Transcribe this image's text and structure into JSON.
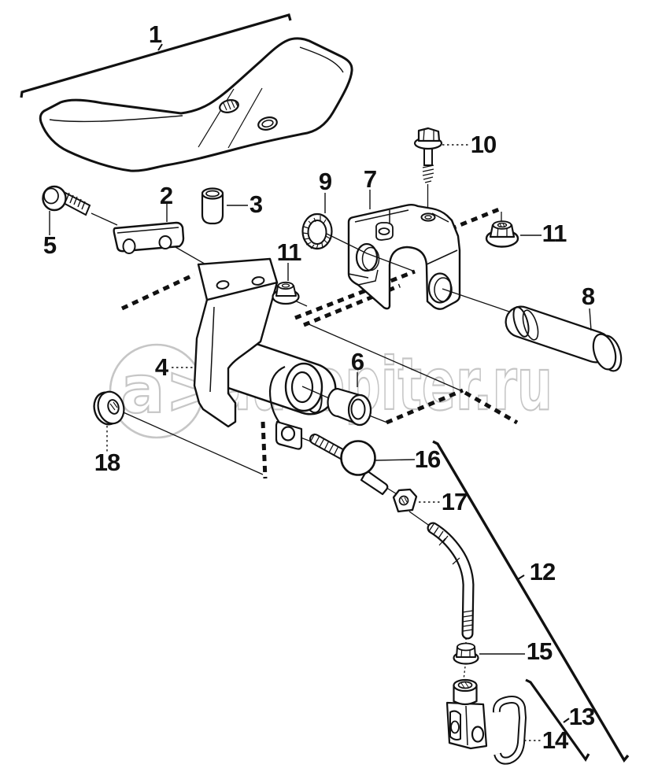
{
  "diagram": {
    "background_color": "#ffffff",
    "line_color": "#111111",
    "watermark": {
      "logo_text": "a>",
      "brand_text": "autopiter.ru",
      "color": "#c4c4c4"
    },
    "callouts": {
      "c1": {
        "number": "1"
      },
      "c2": {
        "number": "2"
      },
      "c3": {
        "number": "3"
      },
      "c4": {
        "number": "4"
      },
      "c5": {
        "number": "5"
      },
      "c6": {
        "number": "6"
      },
      "c7": {
        "number": "7"
      },
      "c8": {
        "number": "8"
      },
      "c9": {
        "number": "9"
      },
      "c10": {
        "number": "10"
      },
      "c11a": {
        "number": "11"
      },
      "c11b": {
        "number": "11"
      },
      "c12": {
        "number": "12"
      },
      "c13": {
        "number": "13"
      },
      "c14": {
        "number": "14"
      },
      "c15": {
        "number": "15"
      },
      "c16": {
        "number": "16"
      },
      "c17": {
        "number": "17"
      },
      "c18": {
        "number": "18"
      }
    }
  }
}
